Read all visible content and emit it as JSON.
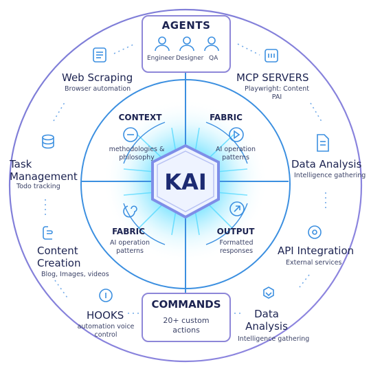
{
  "center": {
    "label": "KAI"
  },
  "agents": {
    "title": "AGENTS",
    "roles": [
      "Engineer",
      "Designer",
      "QA"
    ]
  },
  "commands": {
    "title": "COMMANDS",
    "desc": "20+ custom actions"
  },
  "inner": {
    "context": {
      "title": "CONTEXT",
      "desc": "methodologies & philosophy"
    },
    "fabric_top": {
      "title": "FABRIC",
      "desc": "AI operation patterns"
    },
    "fabric_bottom": {
      "title": "FABRIC",
      "desc": "AI operation patterns"
    },
    "output": {
      "title": "OUTPUT",
      "desc": "Formatted responses"
    }
  },
  "outer": {
    "web_scraping": {
      "title": "Web Scraping",
      "desc": "Browser automation"
    },
    "mcp_servers": {
      "title": "MCP SERVERS",
      "desc": "Playwright: Content PAI"
    },
    "task_management": {
      "title": "Task Management",
      "desc": "Todo tracking"
    },
    "data_analysis_right": {
      "title": "Data Analysis",
      "desc": "Intelligence gathering"
    },
    "content_creation": {
      "title": "Content Creation",
      "desc": "Blog, Images, videos"
    },
    "api_integration": {
      "title": "API Integration",
      "desc": "External services"
    },
    "hooks": {
      "title": "HOOKS",
      "desc": "automation voice control"
    },
    "data_analysis_bottom": {
      "title": "Data Analysis",
      "desc": "Intelligence gathering"
    }
  },
  "colors": {
    "navy": "#1b2250",
    "purple": "#8d86d8",
    "blue": "#3b8fe0",
    "cyan": "#4fd8ff",
    "hex_fill": "#eef3ff"
  },
  "icons": [
    "agent-user-icon",
    "document-icon",
    "database-icon",
    "code-bracket-icon",
    "info-icon",
    "minus-circle-icon",
    "play-icon",
    "spiral-icon",
    "arrow-out-icon",
    "target-icon",
    "chevron-down-icon",
    "list-icon"
  ]
}
